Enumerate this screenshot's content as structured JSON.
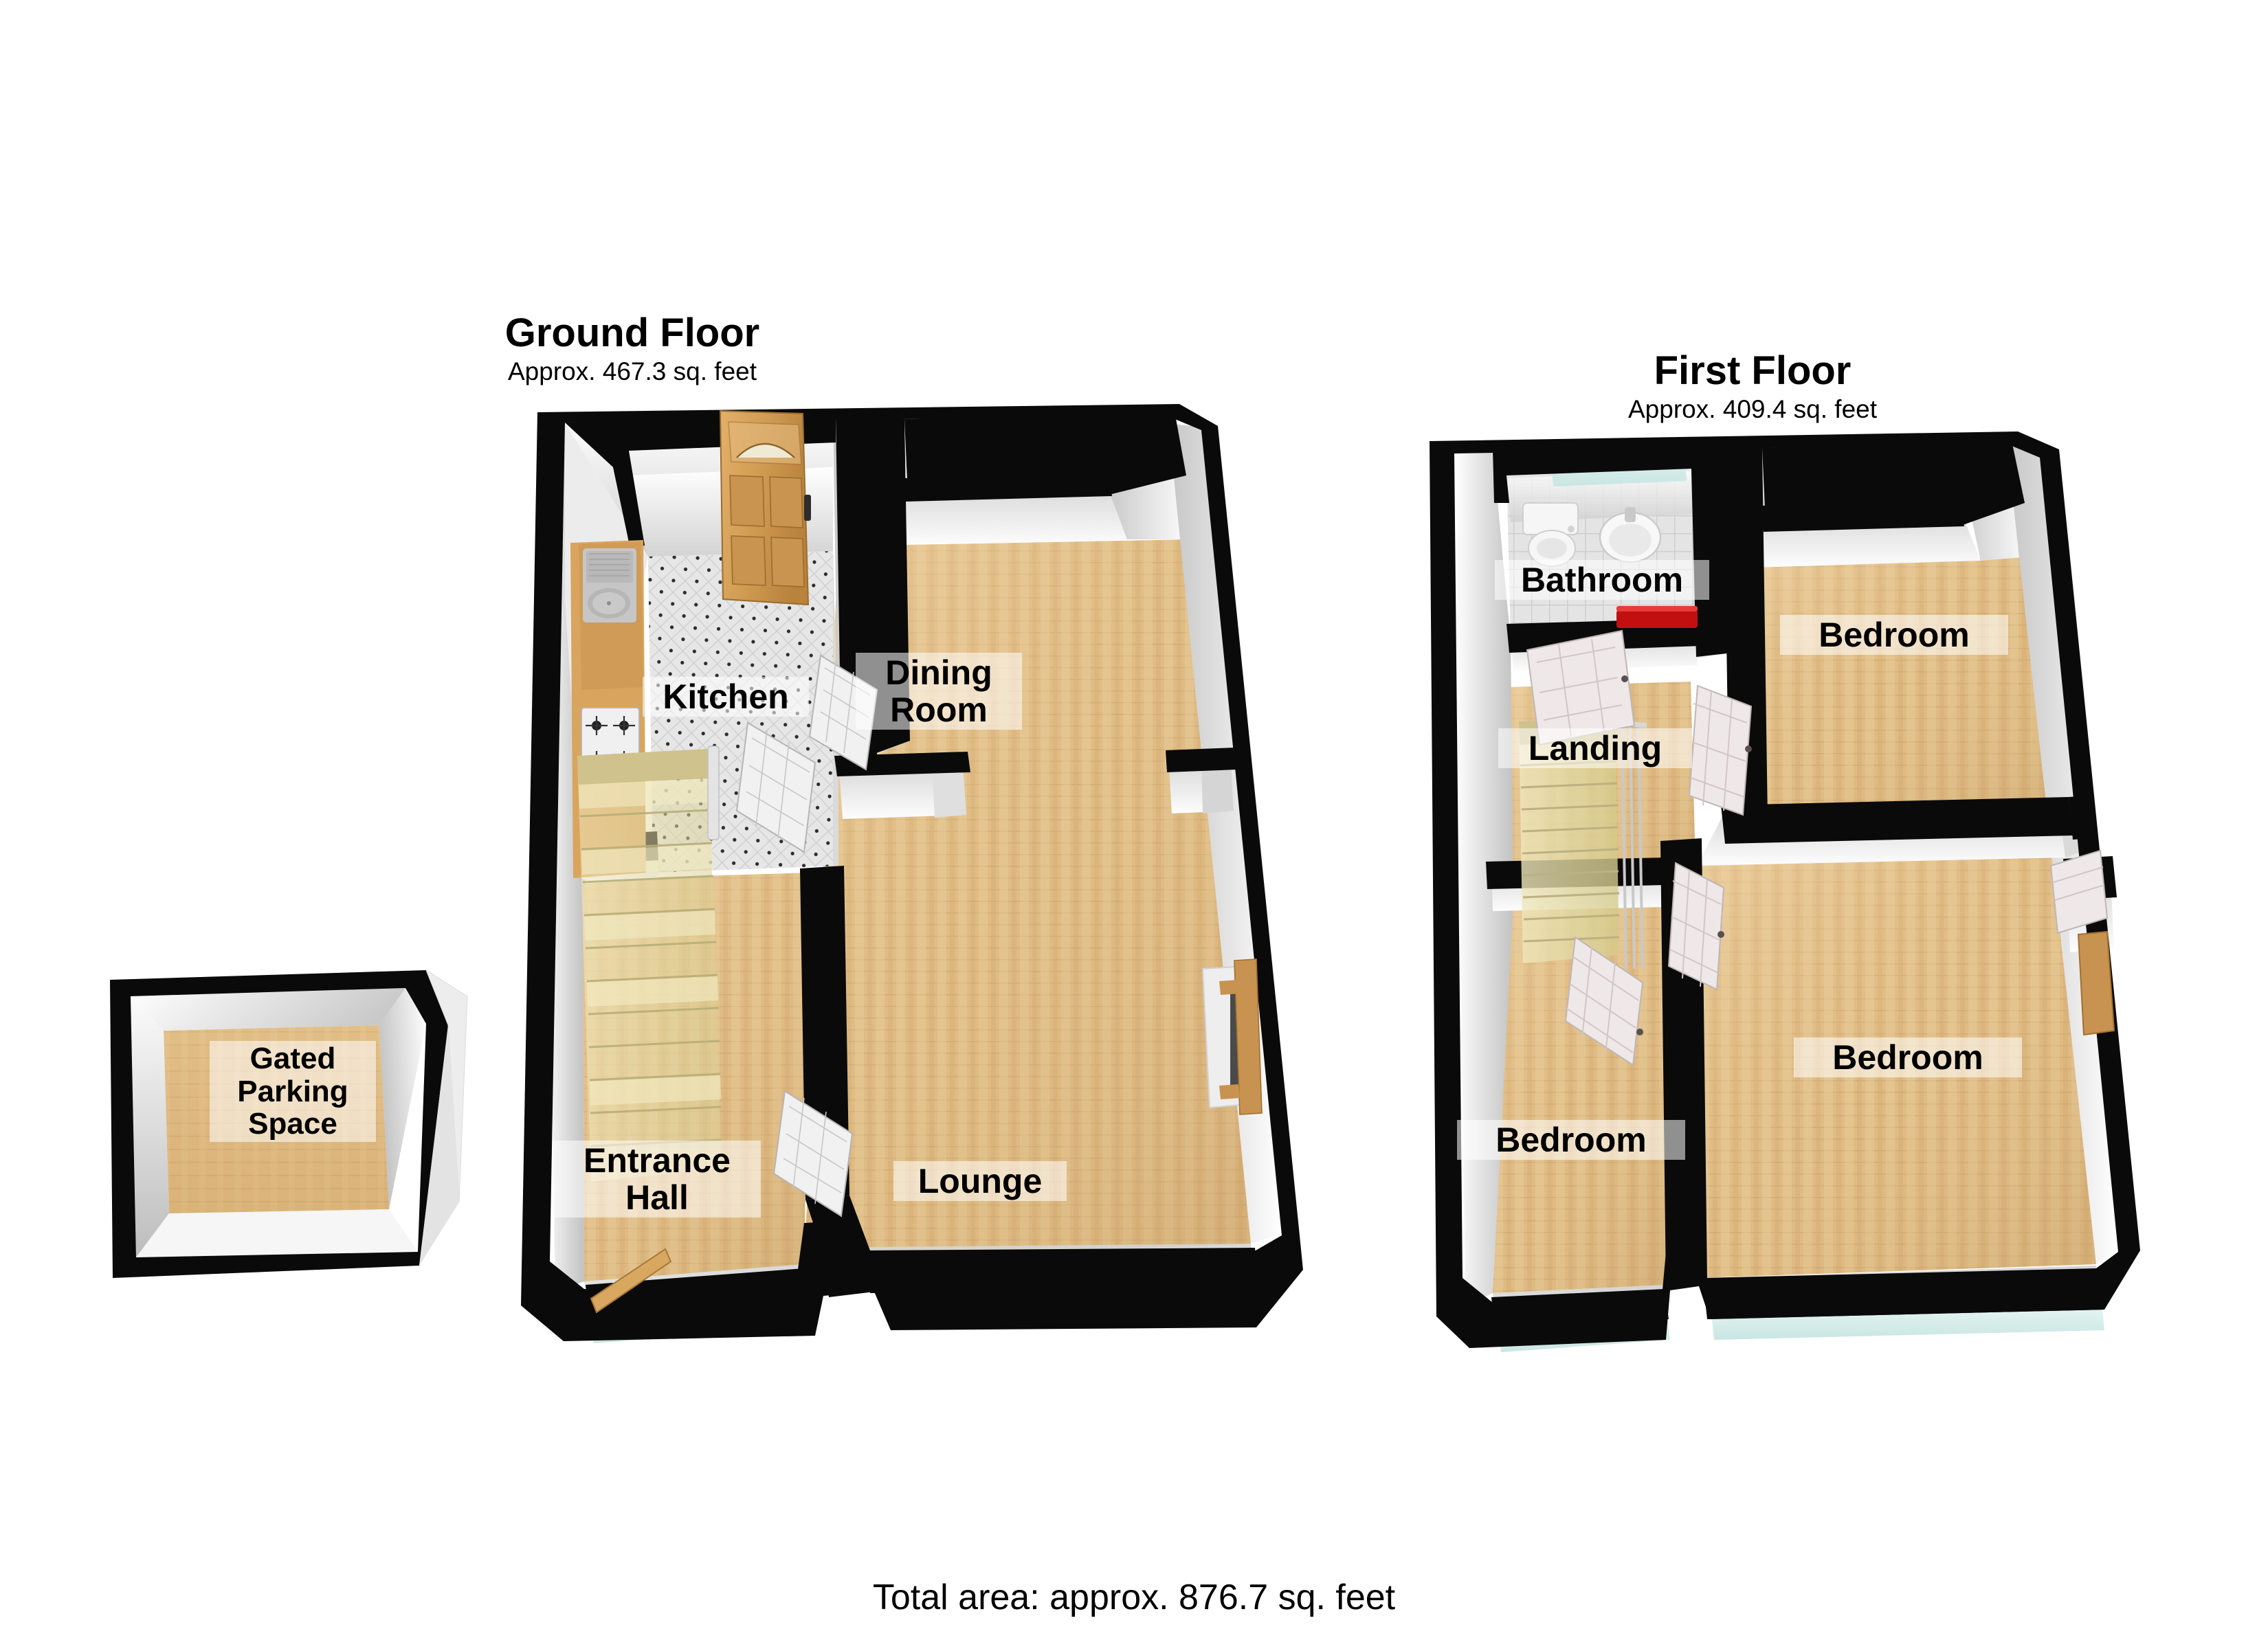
{
  "document": {
    "type": "floor-plan",
    "total_area_text": "Total area: approx. 876.7 sq. feet"
  },
  "floors": [
    {
      "id": "ground",
      "title": "Ground Floor",
      "area_text": "Approx. 467.3 sq. feet",
      "rooms": [
        {
          "name": "Kitchen",
          "label": "Kitchen",
          "floor_finish": "tile-diamond"
        },
        {
          "name": "Dining Room",
          "label": "Dining\nRoom",
          "floor_finish": "wood"
        },
        {
          "name": "Entrance Hall",
          "label": "Entrance\nHall",
          "floor_finish": "wood"
        },
        {
          "name": "Lounge",
          "label": "Lounge",
          "floor_finish": "wood"
        }
      ],
      "features": [
        {
          "name": "front-door",
          "kind": "door",
          "material": "wood"
        },
        {
          "name": "kitchen-sink",
          "kind": "fixture"
        },
        {
          "name": "kitchen-hob",
          "kind": "fixture"
        },
        {
          "name": "staircase",
          "kind": "stairs"
        },
        {
          "name": "fireplace",
          "kind": "fixture",
          "material": "wood"
        },
        {
          "name": "bay-window",
          "kind": "window"
        },
        {
          "name": "rear-door",
          "kind": "door",
          "material": "wood"
        }
      ]
    },
    {
      "id": "first",
      "title": "First Floor",
      "area_text": "Approx. 409.4 sq. feet",
      "rooms": [
        {
          "name": "Bathroom",
          "label": "Bathroom",
          "floor_finish": "tile"
        },
        {
          "name": "Landing",
          "label": "Landing",
          "floor_finish": "wood"
        },
        {
          "name": "Bedroom 1",
          "label": "Bedroom",
          "floor_finish": "wood"
        },
        {
          "name": "Bedroom 2",
          "label": "Bedroom",
          "floor_finish": "wood"
        },
        {
          "name": "Bedroom 3",
          "label": "Bedroom",
          "floor_finish": "wood"
        }
      ],
      "features": [
        {
          "name": "toilet",
          "kind": "fixture"
        },
        {
          "name": "wash-basin",
          "kind": "fixture"
        },
        {
          "name": "bath",
          "kind": "fixture"
        },
        {
          "name": "staircase",
          "kind": "stairs"
        },
        {
          "name": "banister",
          "kind": "railing"
        },
        {
          "name": "bedroom-doors",
          "kind": "door",
          "count": 4
        }
      ]
    }
  ],
  "outbuildings": [
    {
      "id": "parking",
      "label": "Gated\nParking\nSpace",
      "floor_finish": "wood"
    }
  ],
  "colors": {
    "wall_outline": "#0a0a0a",
    "wall_face_light": "#ffffff",
    "wall_face_shade": "#b9b9b9",
    "floor_wood_light": "#e8c792",
    "floor_wood_mid": "#d7b075",
    "floor_wood_dark": "#c79a5c",
    "floor_tile": "#e2e2e2",
    "window_glass": "#d8eeec",
    "door_wood": "#d5a05a",
    "stair_carpet": "#e8e0b4",
    "fitting_white": "#f2f2f2",
    "bath_red": "#c21010",
    "text": "#000000",
    "label_halo": "rgba(255,255,255,0.55)",
    "page_bg": "#ffffff"
  }
}
